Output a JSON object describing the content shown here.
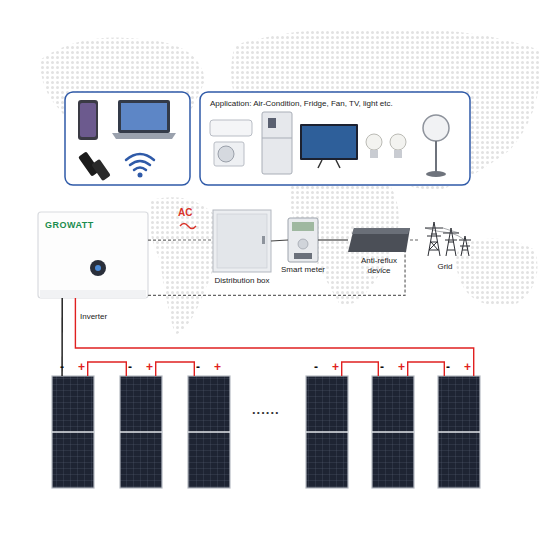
{
  "diagram": {
    "nodes": [
      {
        "text": [
          "Application: Air-Condition, Fridge, Fan, TV, light etc."
        ]
      },
      {
        "text": [
          "GROWATT",
          "Inverter"
        ]
      },
      {
        "text": [
          "Distribution box"
        ]
      },
      {
        "text": [
          "Smart meter"
        ]
      },
      {
        "text": [
          "Anti-reflux device"
        ]
      },
      {
        "text": [
          "Grid"
        ]
      },
      {
        "text": [
          "-",
          "+"
        ]
      },
      {
        "text": [
          "-",
          "+"
        ]
      },
      {
        "text": [
          "-",
          "+"
        ]
      },
      {
        "text": [
          "-",
          "+"
        ]
      },
      {
        "text": [
          "-",
          "+"
        ]
      },
      {
        "text": [
          "-",
          "+"
        ]
      }
    ],
    "edges": [
      {
        "from": 1,
        "to": 2,
        "arrow": "none",
        "label": "AC"
      },
      {
        "from": 2,
        "to": 3,
        "arrow": "none"
      },
      {
        "from": 3,
        "to": 4,
        "arrow": "none"
      },
      {
        "from": 4,
        "to": 5,
        "arrow": "none"
      },
      {
        "from": 1,
        "to": 4,
        "arrow": "none"
      },
      {
        "from": 1,
        "to": 6,
        "arrow": "none"
      },
      {
        "from": 6,
        "to": 7,
        "arrow": "none"
      },
      {
        "from": 7,
        "to": 8,
        "arrow": "none"
      },
      {
        "from": 9,
        "to": 10,
        "arrow": "none"
      },
      {
        "from": 10,
        "to": 11,
        "arrow": "none"
      },
      {
        "from": 11,
        "to": 1,
        "arrow": "none"
      }
    ],
    "labels": [
      "......"
    ]
  }
}
